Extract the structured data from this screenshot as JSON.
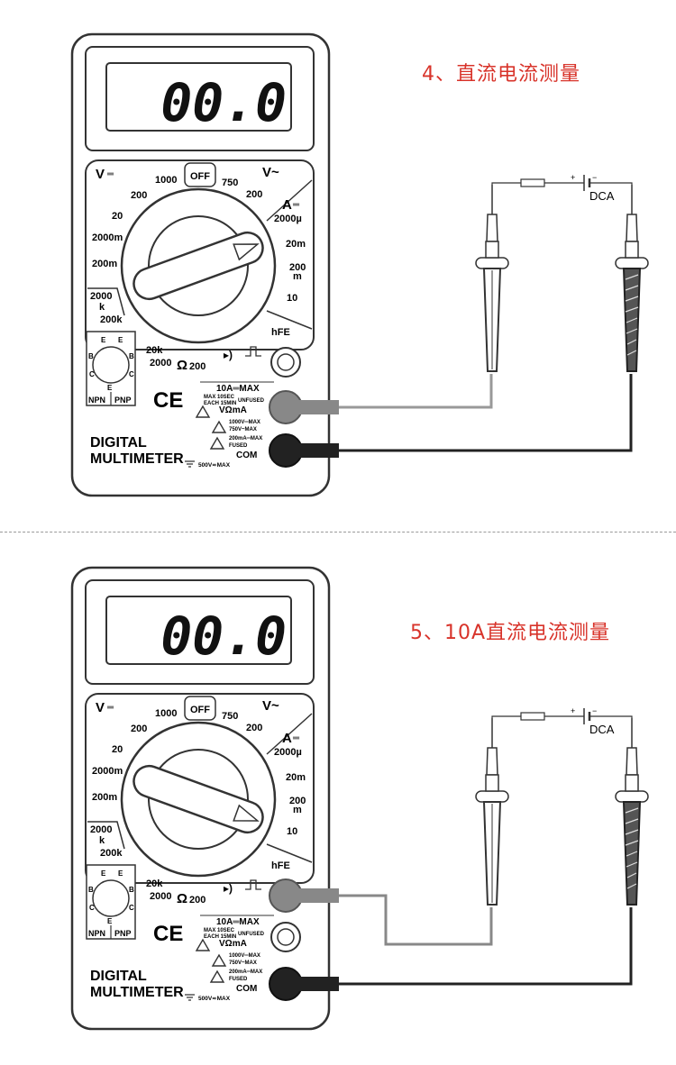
{
  "colors": {
    "heading": "#d8332a",
    "body_stroke": "#333333",
    "red_lead": "#333333",
    "black_lead": "#888888"
  },
  "sections": [
    {
      "heading": "4、直流电流测量",
      "meter": {
        "display": "00.0",
        "left_labels": {
          "v_dc": "V",
          "r1000": "1000",
          "r200": "200",
          "r20": "20",
          "r2000m": "2000m",
          "r200m": "200m",
          "r2000k": "2000",
          "k": "k",
          "r200k": "200k",
          "r20k": "20k",
          "r2000": "2000",
          "ohm": "Ω",
          "r200ohm": "200"
        },
        "right_labels": {
          "off": "OFF",
          "r750": "750",
          "v_ac": "V~",
          "r200": "200",
          "a_dc": "A",
          "r2000u": "2000µ",
          "r20m": "20m",
          "r200m": "200",
          "m": "m",
          "r10": "10",
          "hfe": "hFE"
        },
        "hfe_socket": {
          "e1": "E",
          "b": "B",
          "c1": "C",
          "e2": "E",
          "b2": "B",
          "c2": "C",
          "e3": "E",
          "npn": "NPN",
          "pnp": "PNP"
        },
        "jacks": {
          "a10": "10A═MAX",
          "a10_note1": "MAX 10SEC",
          "a10_note2": "EACH 15MIN",
          "unfused": "UNFUSED",
          "vohm": "VΩmA",
          "warn1": "1000V═MAX",
          "warn2": "750V~MAX",
          "warn3": "200mA═MAX",
          "warn4": "FUSED",
          "com": "COM",
          "com_rating": "500V≂MAX"
        },
        "brand": {
          "line1": "DIGITAL",
          "line2": "MULTIMETER",
          "ce": "CE"
        }
      },
      "circuit": {
        "source_label": "DCA",
        "plus": "+",
        "minus": "−"
      }
    },
    {
      "heading": "5、10A直流电流测量",
      "meter": {
        "display": "00.0",
        "left_labels": {
          "v_dc": "V",
          "r1000": "1000",
          "r200": "200",
          "r20": "20",
          "r2000m": "2000m",
          "r200m": "200m",
          "r2000k": "2000",
          "k": "k",
          "r200k": "200k",
          "r20k": "20k",
          "r2000": "2000",
          "ohm": "Ω",
          "r200ohm": "200"
        },
        "right_labels": {
          "off": "OFF",
          "r750": "750",
          "v_ac": "V~",
          "r200": "200",
          "a_dc": "A",
          "r2000u": "2000µ",
          "r20m": "20m",
          "r200m": "200",
          "m": "m",
          "r10": "10",
          "hfe": "hFE"
        },
        "hfe_socket": {
          "e1": "E",
          "b": "B",
          "c1": "C",
          "e2": "E",
          "b2": "B",
          "c2": "C",
          "e3": "E",
          "npn": "NPN",
          "pnp": "PNP"
        },
        "jacks": {
          "a10": "10A═MAX",
          "a10_note1": "MAX 10SEC",
          "a10_note2": "EACH 15MIN",
          "unfused": "UNFUSED",
          "vohm": "VΩmA",
          "warn1": "1000V═MAX",
          "warn2": "750V~MAX",
          "warn3": "200mA═MAX",
          "warn4": "FUSED",
          "com": "COM",
          "com_rating": "500V≂MAX"
        },
        "brand": {
          "line1": "DIGITAL",
          "line2": "MULTIMETER",
          "ce": "CE"
        }
      },
      "circuit": {
        "source_label": "DCA",
        "plus": "+",
        "minus": "−"
      }
    }
  ]
}
